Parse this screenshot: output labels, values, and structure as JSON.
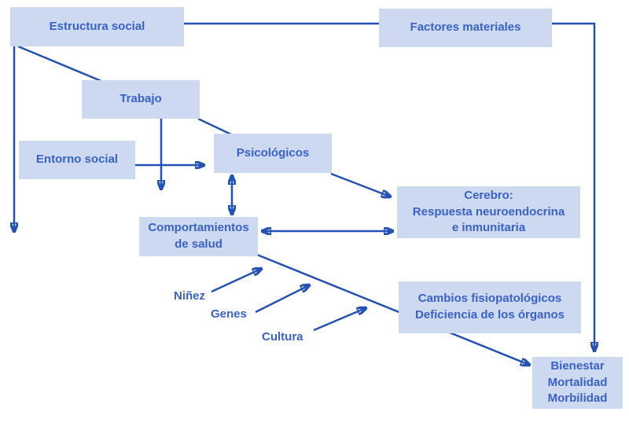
{
  "diagram": {
    "description": "Flow diagram of social determinants of health (Spanish)",
    "colors": {
      "box_fill": "#ccd9f1",
      "box_text": "#3a62c6",
      "arrow": "#2452b4",
      "background": "#ffffff"
    },
    "boxes": [
      {
        "id": "estructura-social",
        "label": "Estructura social"
      },
      {
        "id": "factores-materiales",
        "label": "Factores materiales"
      },
      {
        "id": "trabajo",
        "label": "Trabajo"
      },
      {
        "id": "entorno-social",
        "label": "Entorno social"
      },
      {
        "id": "psicologicos",
        "label": "Psicológicos"
      },
      {
        "id": "cerebro",
        "label": "Cerebro:\nRespuesta neuroendocrina\ne inmunitaria"
      },
      {
        "id": "comportamientos-de-salud",
        "label": "Comportamientos\nde salud"
      },
      {
        "id": "cambios-fisiopatologicos",
        "label": "Cambios fisiopatológicos\nDeficiencia de los órganos"
      },
      {
        "id": "bienestar-mortalidad-morbilidad",
        "label": "Bienestar\nMortalidad\nMorbilidad"
      }
    ],
    "free_labels": [
      {
        "id": "ninez",
        "label": "Niñez"
      },
      {
        "id": "genes",
        "label": "Genes"
      },
      {
        "id": "cultura",
        "label": "Cultura"
      }
    ],
    "connections": [
      "Estructura social — Factores materiales (line)",
      "Factores materiales → Bienestar/Mortalidad/Morbilidad (right-angle arrow)",
      "Estructura social → down (arrow)",
      "Estructura social — Trabajo (line)",
      "Trabajo → down (arrow)",
      "Trabajo — Psicológicos (line)",
      "Entorno social → Psicológicos (arrow)",
      "Psicológicos ↔ Comportamientos de salud (double arrow)",
      "Psicológicos → Cerebro (arrow)",
      "Comportamientos de salud ↔ Cerebro (double arrow)",
      "Comportamientos de salud → Bienestar (long diagonal arrow behind Cambios box)",
      "Niñez → diagonal (arrow)",
      "Genes → diagonal (arrow)",
      "Cultura → diagonal (arrow)"
    ]
  }
}
